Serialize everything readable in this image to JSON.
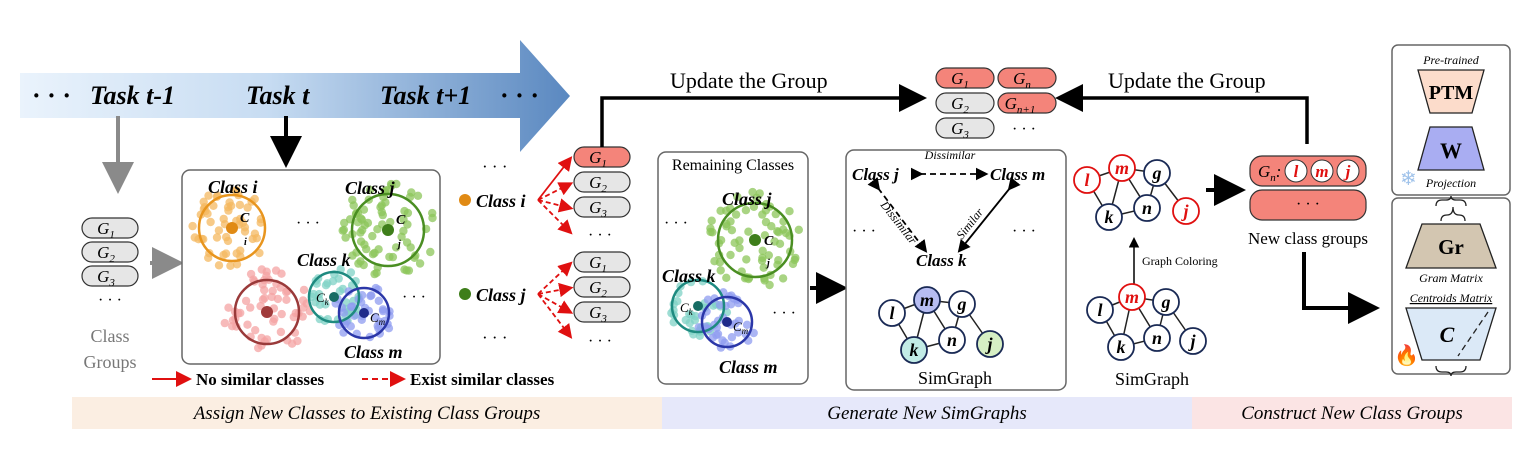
{
  "timeline": {
    "dots_left": "· · ·",
    "task_prev": "Task t-1",
    "task_cur": "Task t",
    "task_next": "Task t+1",
    "dots_right": "· · ·"
  },
  "class_groups": {
    "g1": "G",
    "g1_sub": "1",
    "g2": "G",
    "g2_sub": "2",
    "g3": "G",
    "g3_sub": "3",
    "dots": "· · ·",
    "label_line1": "Class",
    "label_line2": "Groups"
  },
  "cluster_box": {
    "class_i": "Class i",
    "class_j": "Class j",
    "class_k": "Class k",
    "class_m": "Class m",
    "ci": "C",
    "ci_sub": "i",
    "cj": "C",
    "cj_sub": "j",
    "ck": "C",
    "ck_sub": "k",
    "cm": "C",
    "cm_sub": "m",
    "dots1": "· · ·",
    "dots2": "· · ·"
  },
  "legend": {
    "no_similar": "No similar classes",
    "exist_similar": "Exist similar classes"
  },
  "assign": {
    "class_i": "Class i",
    "class_j": "Class j",
    "top_dots": "· · ·",
    "bottom_dots": "· · ·",
    "list_dots": "· · ·"
  },
  "update_left": "Update the Group",
  "update_right": "Update the Group",
  "top_groups": {
    "g1": "G",
    "g1_sub": "1",
    "gn": "G",
    "gn_sub": "n",
    "g2": "G",
    "g2_sub": "2",
    "gn1": "G",
    "gn1_sub": "n+1",
    "g3": "G",
    "g3_sub": "3",
    "dots": "· · ·"
  },
  "remaining": {
    "title": "Remaining Classes",
    "class_j": "Class j",
    "class_k": "Class k",
    "class_m": "Class m",
    "dots": "· · ·"
  },
  "simgraph_box": {
    "class_j": "Class j",
    "class_m": "Class m",
    "class_k": "Class k",
    "dissimilar_top": "Dissimilar",
    "dissimilar_left": "Dissimilar",
    "similar": "Similar",
    "dots_left": "· · ·",
    "dots_right": "· · ·",
    "label": "SimGraph",
    "nodes": [
      "l",
      "m",
      "g",
      "k",
      "n",
      "j"
    ]
  },
  "graph_coloring": "Graph Coloring",
  "simgraph_label": "SimGraph",
  "new_groups": {
    "gn": "G",
    "gn_sub": "n",
    "nodes": [
      "l",
      "m",
      "j"
    ],
    "dots": "· · ·",
    "label": "New class groups"
  },
  "models": {
    "pretrained": "Pre-trained",
    "ptm": "PTM",
    "w": "W",
    "projection": "Projection",
    "gr": "Gr",
    "gram_matrix": "Gram Matrix",
    "centroids_matrix": "Centroids Matrix",
    "c": "C"
  },
  "bottom_bar": {
    "assign": "Assign New Classes to Existing Class Groups",
    "generate": "Generate New SimGraphs",
    "construct": "Construct New Class Groups"
  },
  "colors": {
    "orange": "#f4b860",
    "green": "#8cc65a",
    "pink": "#f4a3a3",
    "teal": "#7fd1c6",
    "blue": "#8f9cf0",
    "group_red": "#f4847a",
    "group_gray": "#e6e6e6",
    "red_stroke": "#e01010"
  }
}
